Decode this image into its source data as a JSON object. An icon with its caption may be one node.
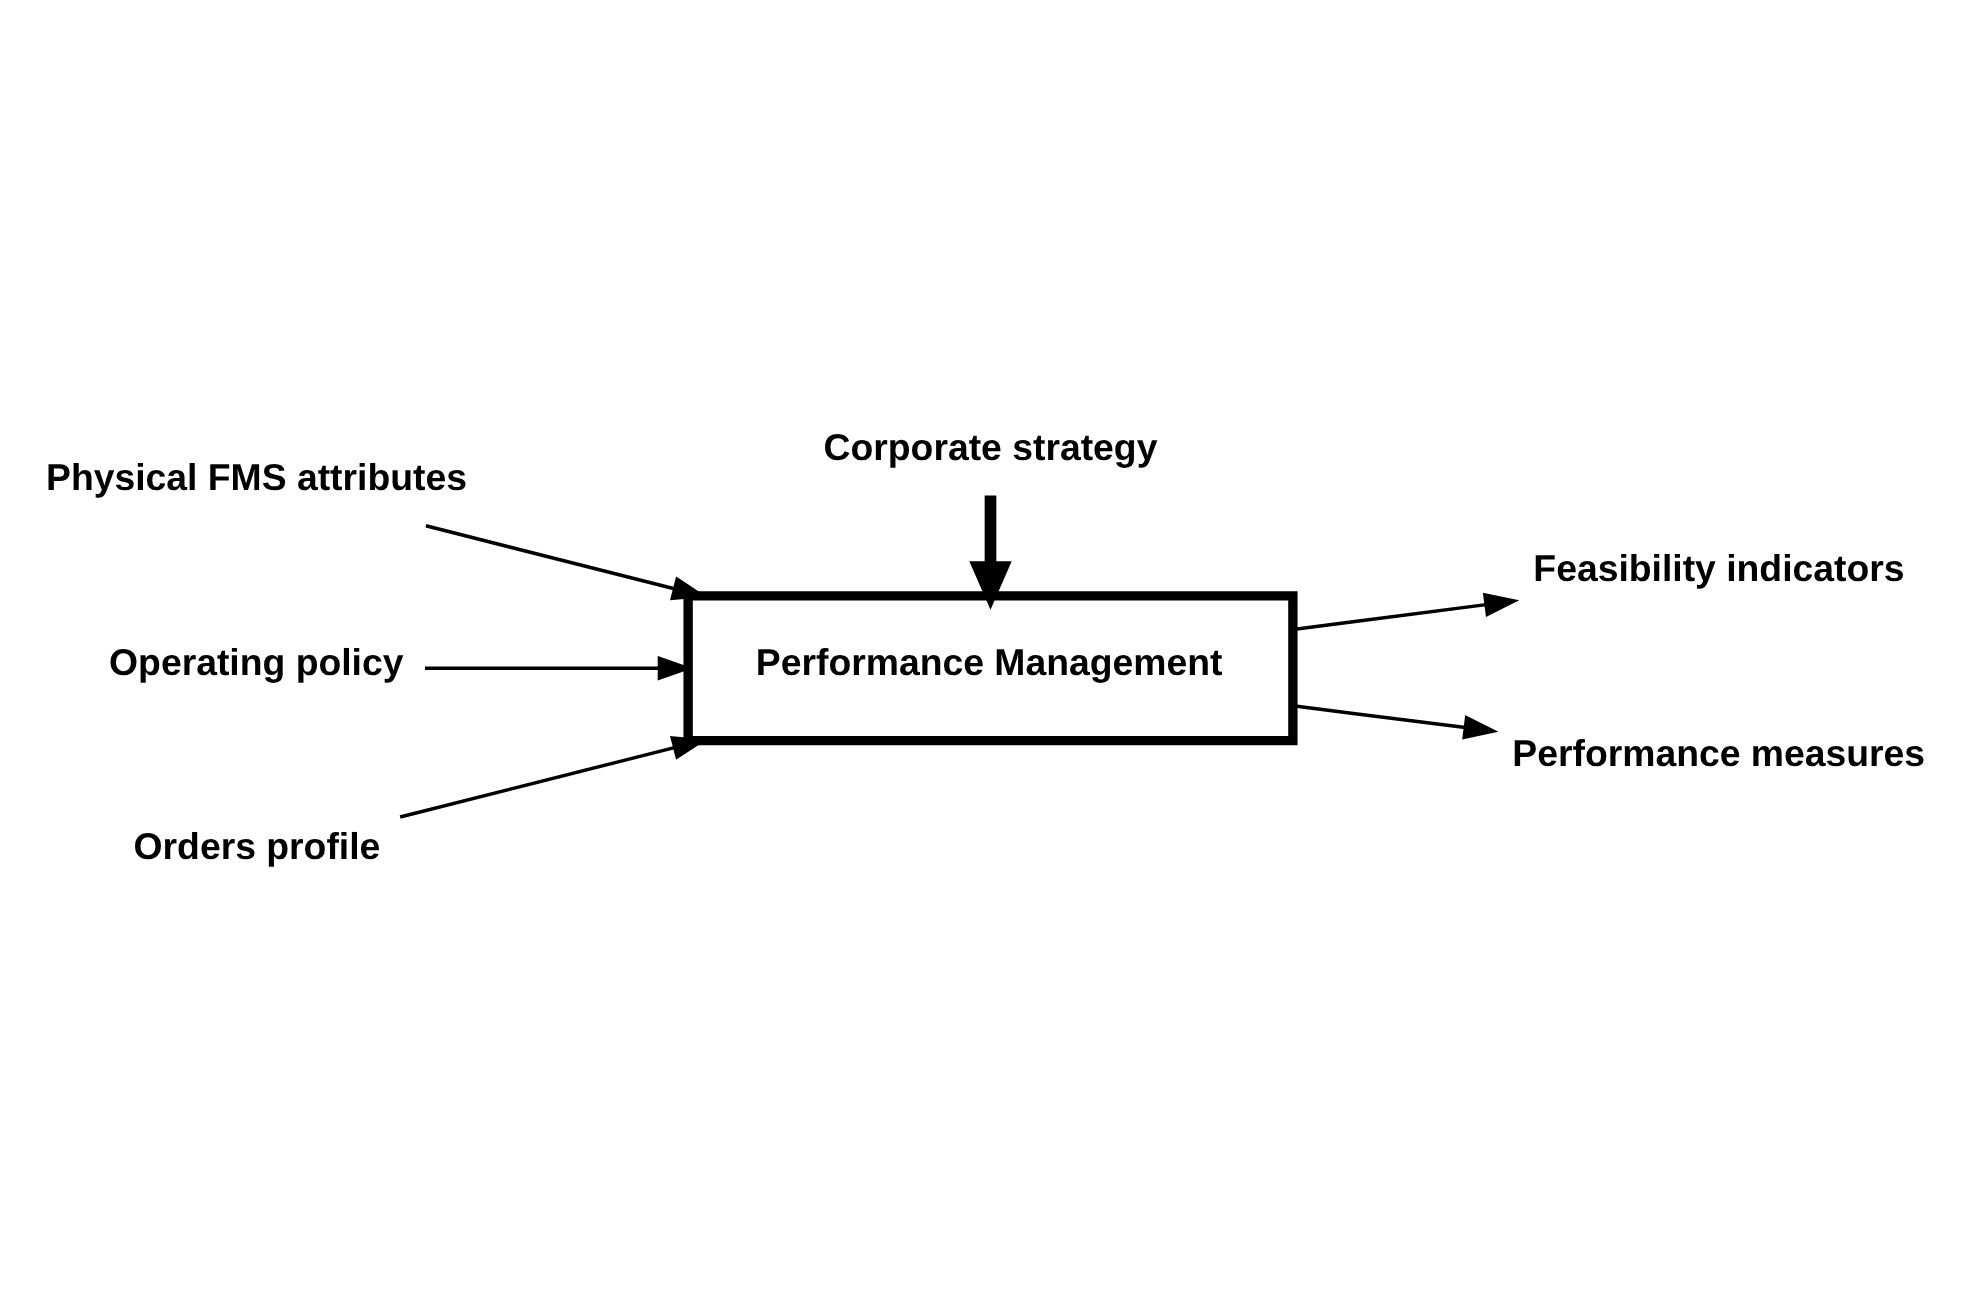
{
  "diagram": {
    "nodes": [
      {
        "text": [
          "Performance Management"
        ]
      },
      {
        "text": [
          "Physical FMS attributes"
        ]
      },
      {
        "text": [
          "Operating policy"
        ]
      },
      {
        "text": [
          "Orders profile"
        ]
      },
      {
        "text": [
          "Corporate strategy"
        ]
      },
      {
        "text": [
          "Feasibility indicators"
        ]
      },
      {
        "text": [
          "Performance measures"
        ]
      }
    ],
    "edges": [
      {
        "from": 1,
        "to": 0,
        "arrow": "to"
      },
      {
        "from": 2,
        "to": 0,
        "arrow": "to"
      },
      {
        "from": 3,
        "to": 0,
        "arrow": "to"
      },
      {
        "from": 4,
        "to": 0,
        "arrow": "to",
        "style": "thick"
      },
      {
        "from": 0,
        "to": 5,
        "arrow": "to"
      },
      {
        "from": 0,
        "to": 6,
        "arrow": "to"
      }
    ]
  }
}
